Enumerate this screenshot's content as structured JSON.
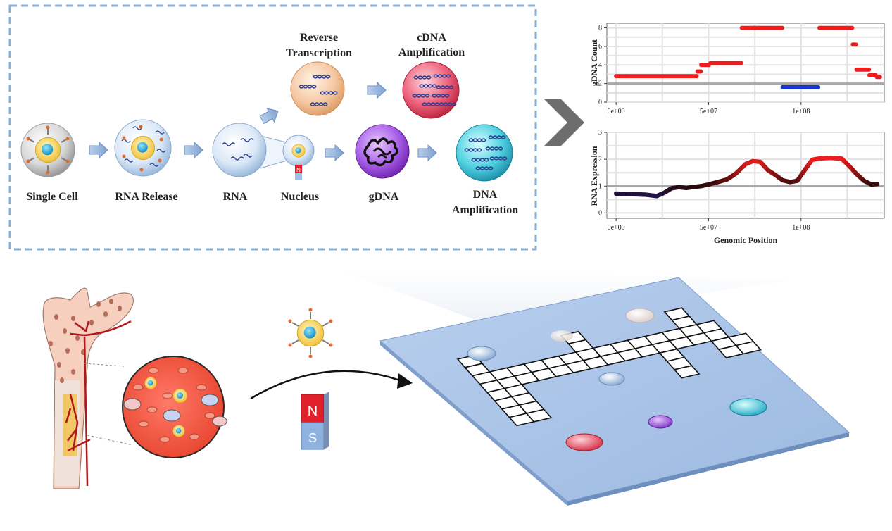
{
  "workflow": {
    "single_cell": "Single Cell",
    "rna_release": "RNA Release",
    "rna": "RNA",
    "nucleus": "Nucleus",
    "gdna": "gDNA",
    "reverse_transcription_1": "Reverse",
    "reverse_transcription_2": "Transcription",
    "cdna_amp_1": "cDNA",
    "cdna_amp_2": "Amplification",
    "dna_amp_1": "DNA",
    "dna_amp_2": "Amplification",
    "magnet_n": "N",
    "magnet_s": "S"
  },
  "colors": {
    "dashed_border": "#8aaed4",
    "gdna_red": "#ee1c1c",
    "gdna_blue": "#1432d6",
    "reference_line": "#a8a8a8",
    "chip": "#a9c3e6",
    "bone": "#f3c9b8"
  },
  "chart_data": [
    {
      "type": "scatter",
      "xlabel": "",
      "ylabel": "gDNA Count",
      "xlim": [
        -5000000,
        145000000
      ],
      "ylim": [
        0,
        8.5
      ],
      "x_ticks": [
        0,
        50000000,
        100000000
      ],
      "x_tick_labels": [
        "0e+00",
        "5e+07",
        "1e+08"
      ],
      "y_ticks": [
        0,
        2,
        4,
        6,
        8
      ],
      "y_tick_labels": [
        "0",
        "2",
        "4",
        "6",
        "8"
      ],
      "reference_line": 2,
      "grid": true,
      "segments": [
        {
          "x": [
            0,
            44000000
          ],
          "y": 2.8,
          "color": "red"
        },
        {
          "x": [
            44000000,
            46000000
          ],
          "y": 3.3,
          "color": "red"
        },
        {
          "x": [
            46000000,
            51000000
          ],
          "y": 4.0,
          "color": "red"
        },
        {
          "x": [
            51000000,
            68000000
          ],
          "y": 4.2,
          "color": "red"
        },
        {
          "x": [
            68000000,
            90000000
          ],
          "y": 8.0,
          "color": "red"
        },
        {
          "x": [
            90000000,
            110000000
          ],
          "y": 1.6,
          "color": "blue"
        },
        {
          "x": [
            110000000,
            128000000
          ],
          "y": 8.0,
          "color": "red"
        },
        {
          "x": [
            128000000,
            130000000
          ],
          "y": 6.2,
          "color": "red"
        },
        {
          "x": [
            130000000,
            137000000
          ],
          "y": 3.5,
          "color": "red"
        },
        {
          "x": [
            137000000,
            141000000
          ],
          "y": 2.9,
          "color": "red"
        },
        {
          "x": [
            141000000,
            143000000
          ],
          "y": 2.7,
          "color": "red"
        }
      ]
    },
    {
      "type": "line",
      "xlabel": "Genomic Position",
      "ylabel": "RNA Expression",
      "xlim": [
        -5000000,
        145000000
      ],
      "ylim": [
        -0.2,
        3.0
      ],
      "x_ticks": [
        0,
        50000000,
        100000000
      ],
      "x_tick_labels": [
        "0e+00",
        "5e+07",
        "1e+08"
      ],
      "y_ticks": [
        0,
        1,
        2,
        3
      ],
      "y_tick_labels": [
        "0",
        "1",
        "2",
        "3"
      ],
      "reference_line": 1,
      "grid": true,
      "x": [
        0,
        8000000,
        16000000,
        22000000,
        26000000,
        30000000,
        34000000,
        38000000,
        42000000,
        46000000,
        50000000,
        55000000,
        60000000,
        65000000,
        70000000,
        74000000,
        78000000,
        82000000,
        86000000,
        90000000,
        94000000,
        98000000,
        102000000,
        106000000,
        110000000,
        116000000,
        122000000,
        126000000,
        130000000,
        134000000,
        138000000,
        142000000
      ],
      "y": [
        0.72,
        0.7,
        0.68,
        0.63,
        0.75,
        0.92,
        0.96,
        0.93,
        0.97,
        1.0,
        1.06,
        1.15,
        1.25,
        1.48,
        1.82,
        1.93,
        1.9,
        1.6,
        1.42,
        1.22,
        1.15,
        1.2,
        1.6,
        1.98,
        2.03,
        2.05,
        2.02,
        1.75,
        1.45,
        1.2,
        1.06,
        1.08
      ]
    }
  ]
}
